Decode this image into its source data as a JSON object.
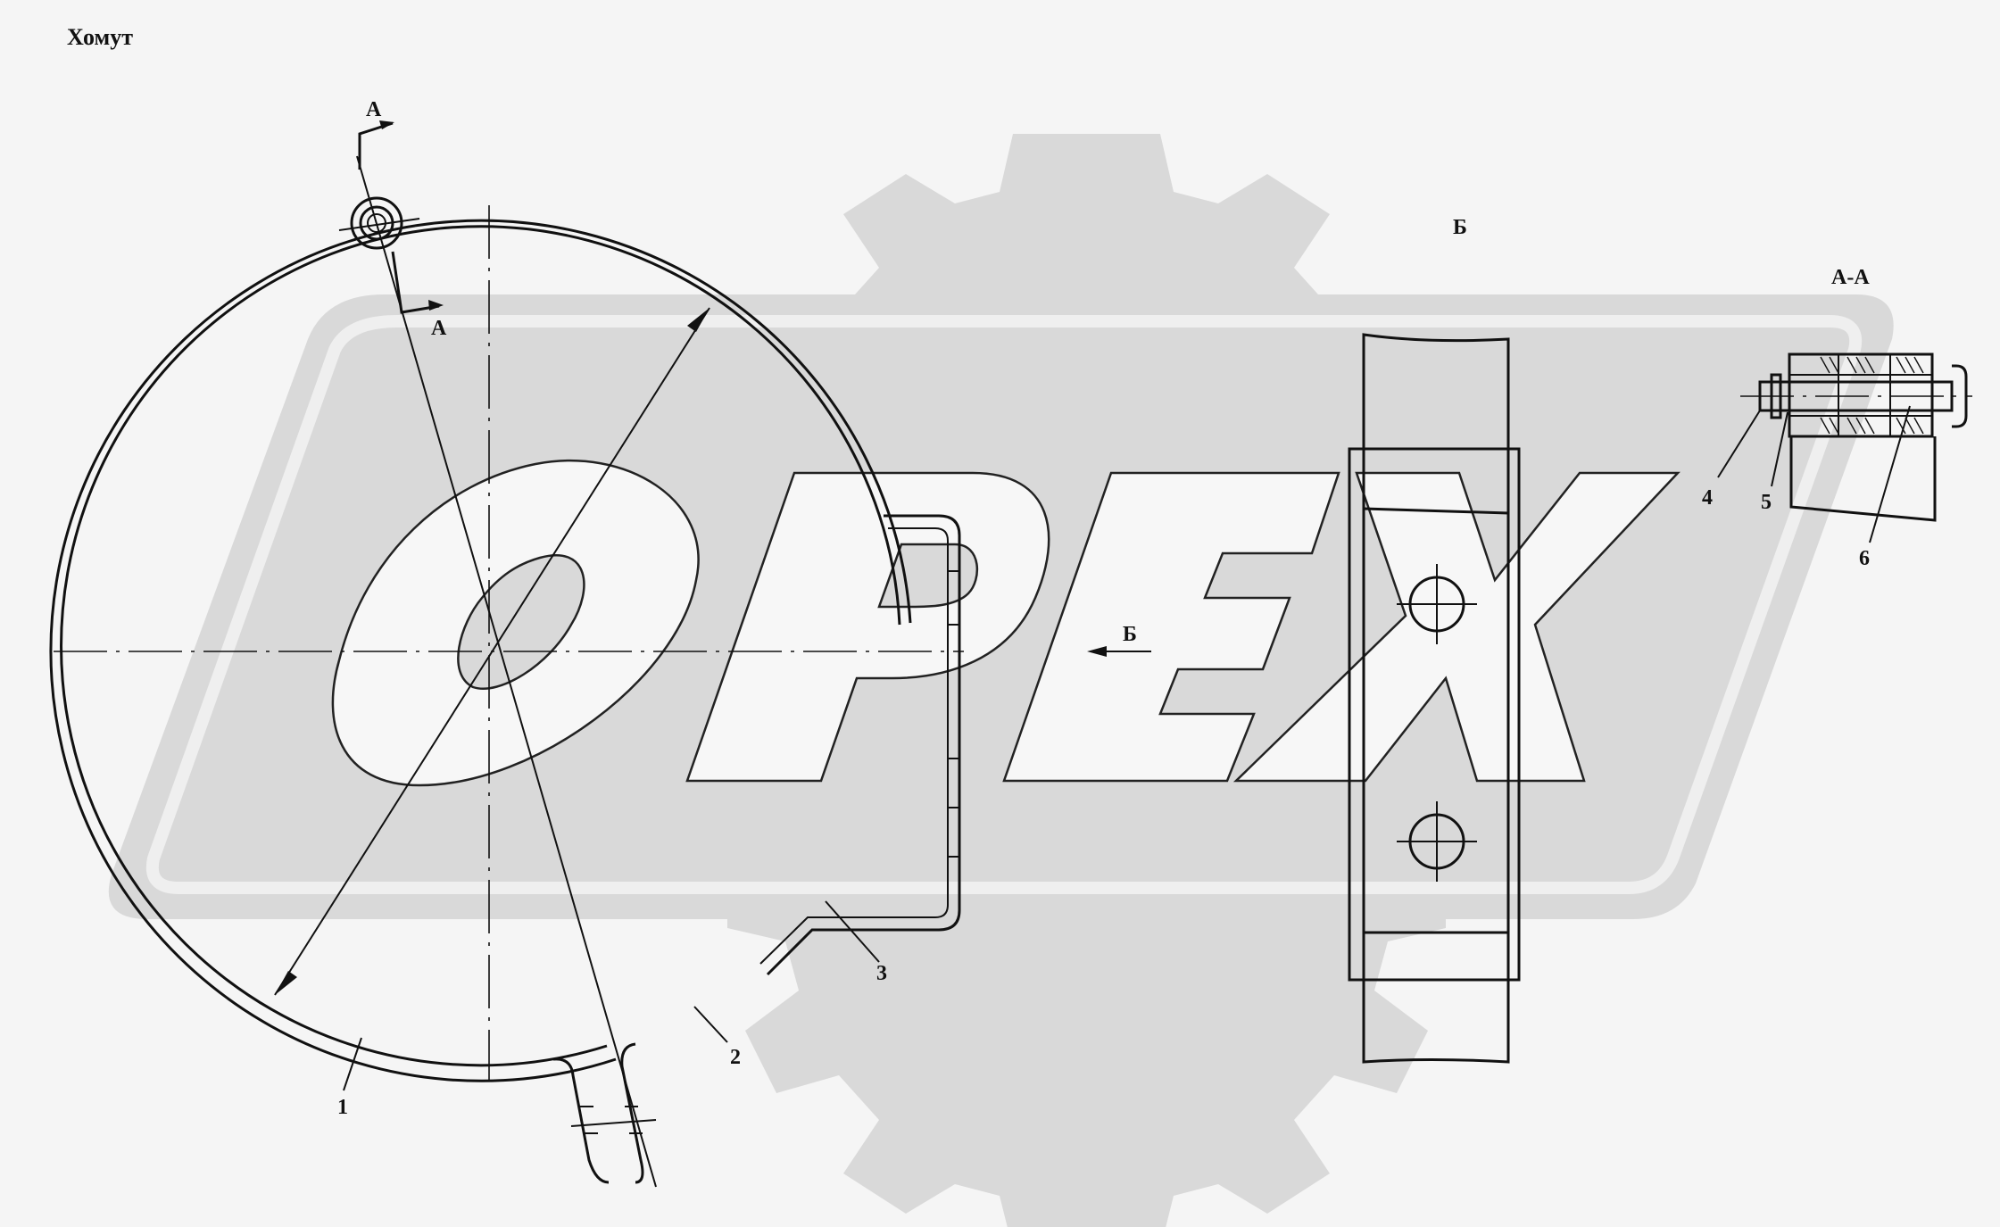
{
  "drawing": {
    "title": "Хомут",
    "section_marks": {
      "top": "А",
      "bottom": "А"
    },
    "view_arrow_label": "Б",
    "view_title": "Б",
    "section_title": "А-А",
    "callouts": [
      "1",
      "2",
      "3",
      "4",
      "5",
      "6"
    ],
    "watermark": "OPEX",
    "colors": {
      "line": "#111111",
      "watermark": "#d9d9d9",
      "background": "#f5f5f5"
    }
  }
}
